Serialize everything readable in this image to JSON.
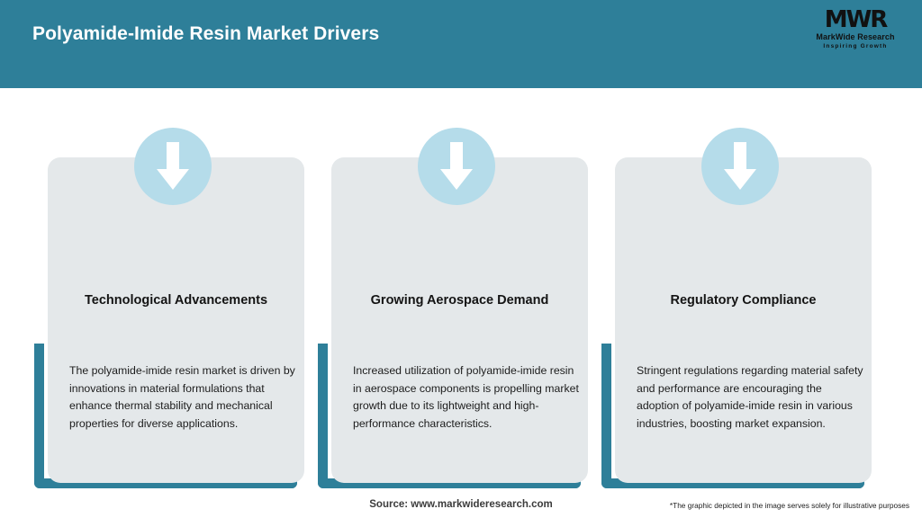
{
  "header": {
    "title": "Polyamide-Imide Resin Market Drivers",
    "bg_color": "#2e7f99",
    "title_color": "#ffffff"
  },
  "logo": {
    "mark": "MWR",
    "name": "MarkWide Research",
    "tagline": "Inspiring Growth"
  },
  "theme": {
    "accent": "#2e7f99",
    "icon_circle": "#b5dcea",
    "card_bg": "#e4e8ea",
    "page_bg": "#ffffff"
  },
  "cards": [
    {
      "icon": "arrow-down-icon",
      "title": "Technological Advancements",
      "body": "The polyamide-imide resin market is driven by innovations in material formulations that enhance thermal stability and mechanical properties for diverse applications."
    },
    {
      "icon": "arrow-down-icon",
      "title": "Growing Aerospace Demand",
      "body": "Increased utilization of polyamide-imide resin in aerospace components is propelling market growth due to its lightweight and high-performance characteristics."
    },
    {
      "icon": "arrow-down-icon",
      "title": "Regulatory Compliance",
      "body": "Stringent regulations regarding material safety and performance are encouraging the adoption of polyamide-imide resin in various industries, boosting market expansion."
    }
  ],
  "footer": {
    "source": "Source: www.markwideresearch.com",
    "disclaimer": "*The graphic depicted in the image serves solely for illustrative purposes"
  }
}
